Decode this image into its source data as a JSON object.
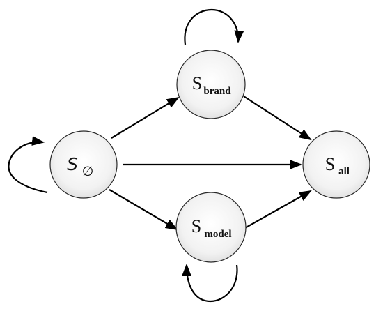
{
  "nodes": {
    "empty": {
      "main": "S",
      "sub": "∅"
    },
    "brand": {
      "main": "S",
      "sub": "brand"
    },
    "model": {
      "main": "S",
      "sub": "model"
    },
    "all": {
      "main": "S",
      "sub": "all"
    }
  },
  "edges": [
    {
      "from": "empty",
      "to": "brand"
    },
    {
      "from": "empty",
      "to": "all"
    },
    {
      "from": "empty",
      "to": "model"
    },
    {
      "from": "brand",
      "to": "all"
    },
    {
      "from": "model",
      "to": "all"
    }
  ],
  "self_loops": [
    "empty",
    "brand",
    "model"
  ],
  "colors": {
    "node_fill_center": "#ffffff",
    "node_fill_edge": "#e6e6e6",
    "stroke": "#000000"
  }
}
